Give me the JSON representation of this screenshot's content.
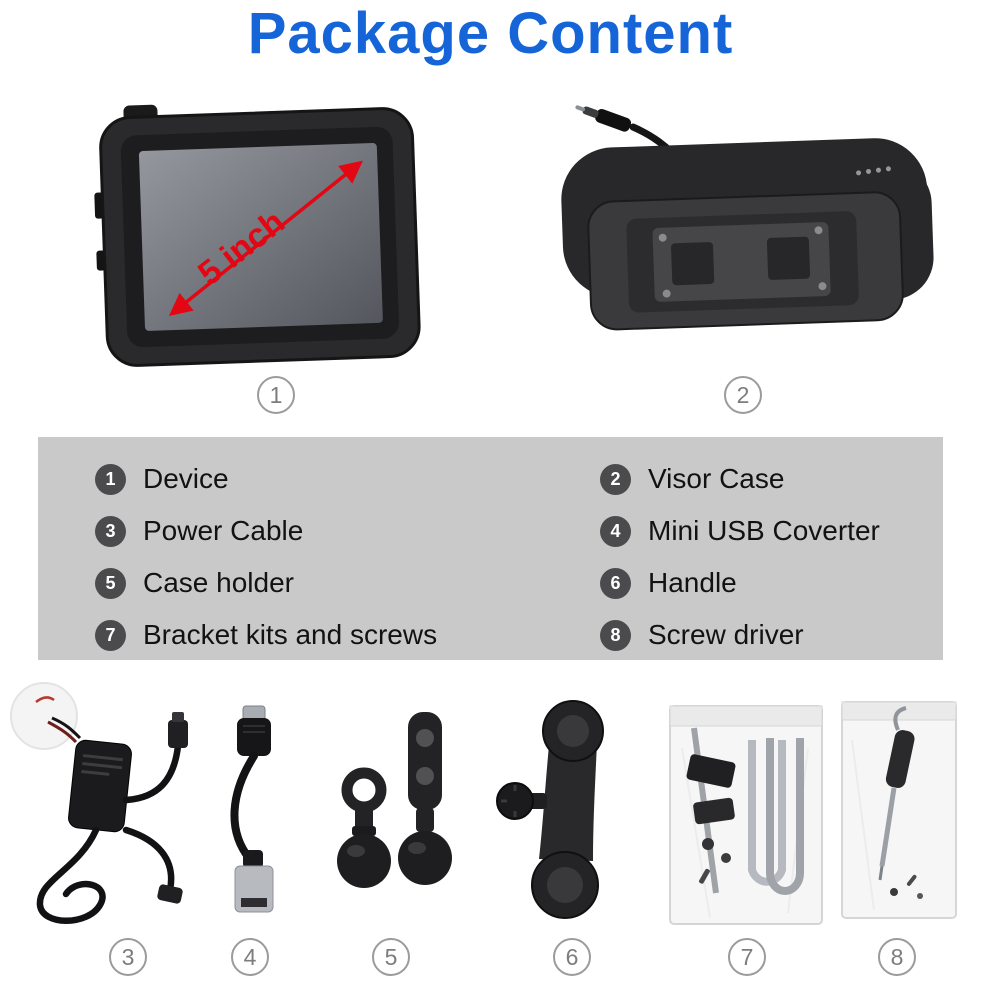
{
  "title": "Package Content",
  "device": {
    "size_label": "5 inch",
    "number": "1"
  },
  "visor": {
    "number": "2"
  },
  "legend": {
    "left": [
      {
        "num": "1",
        "label": "Device"
      },
      {
        "num": "3",
        "label": "Power Cable"
      },
      {
        "num": "5",
        "label": "Case holder"
      },
      {
        "num": "7",
        "label": "Bracket kits and screws"
      }
    ],
    "right": [
      {
        "num": "2",
        "label": "Visor Case"
      },
      {
        "num": "4",
        "label": "Mini USB Coverter"
      },
      {
        "num": "6",
        "label": "Handle"
      },
      {
        "num": "8",
        "label": "Screw driver"
      }
    ]
  },
  "bottom_numbers": {
    "power_cable": "3",
    "mini_usb_converter": "4",
    "case_holder": "5",
    "handle": "6",
    "bracket_kits": "7",
    "screw_driver": "8"
  },
  "colors": {
    "title_blue": "#1565d8",
    "arrow_red": "#e30613",
    "panel_gray": "#c9c9c9",
    "badge_gray": "#4b4b4d"
  }
}
